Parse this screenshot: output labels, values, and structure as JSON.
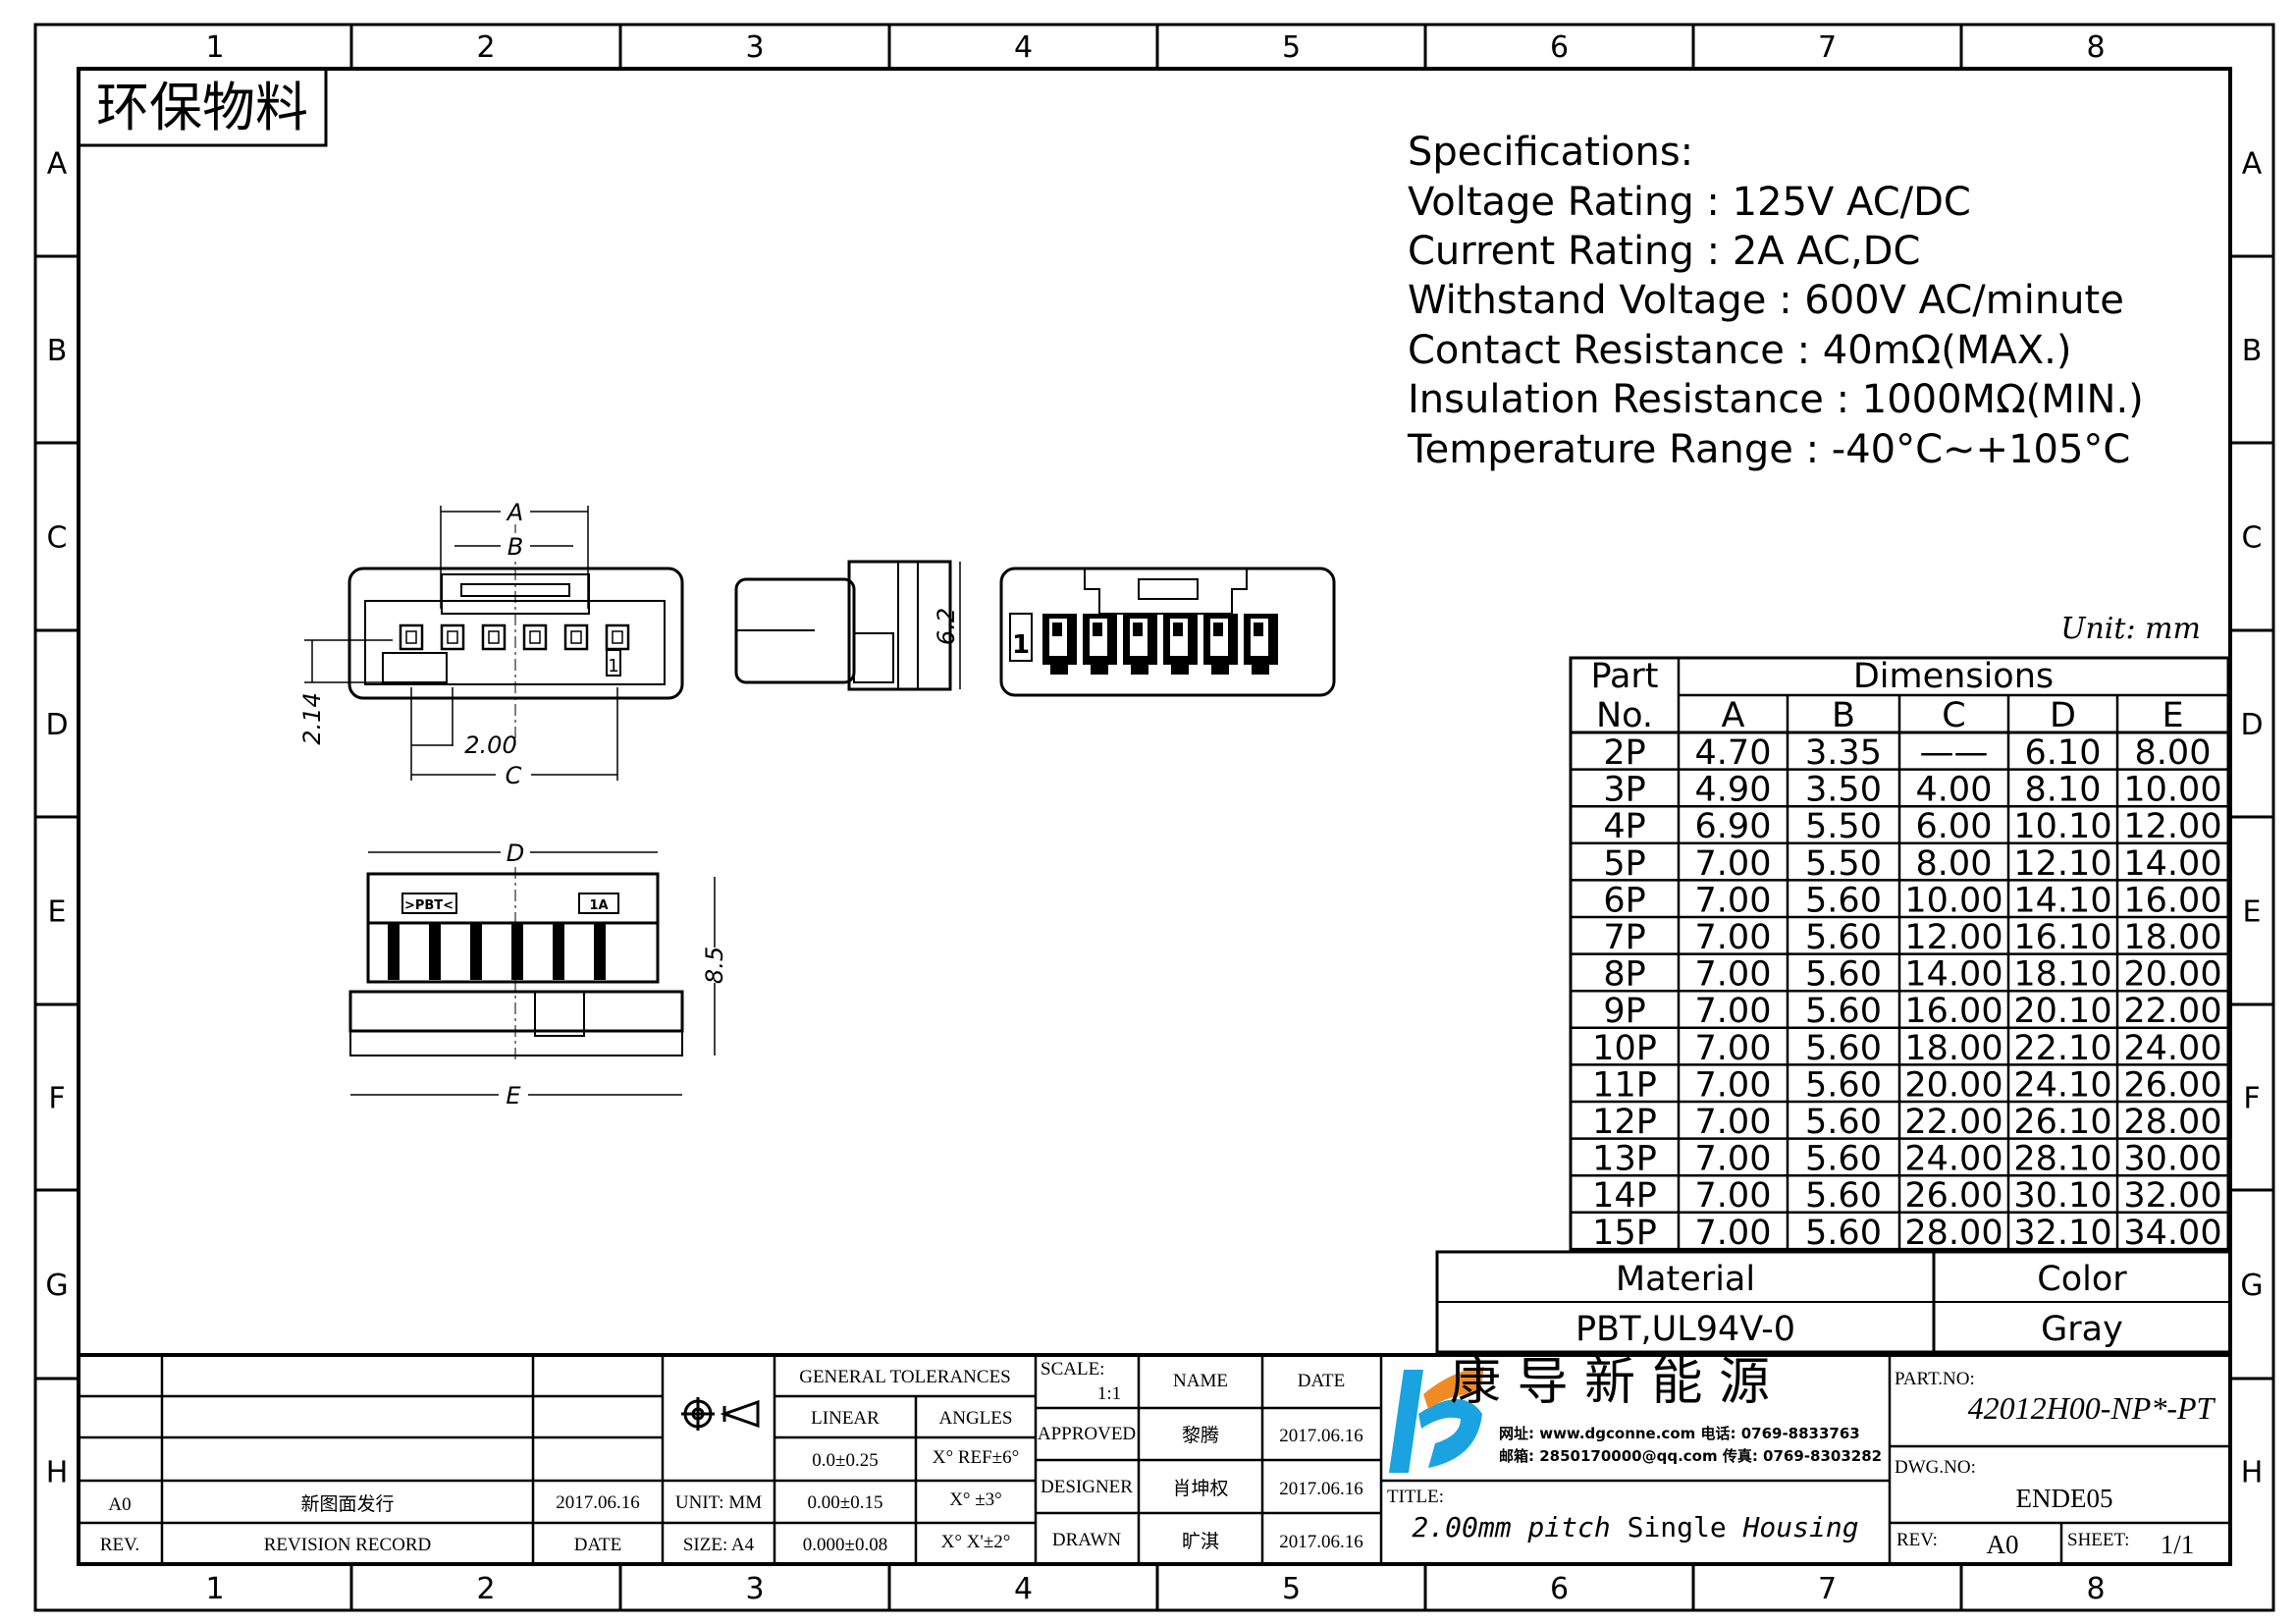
{
  "grid": {
    "columns": [
      "1",
      "2",
      "3",
      "4",
      "5",
      "6",
      "7",
      "8"
    ],
    "rows": [
      "A",
      "B",
      "C",
      "D",
      "E",
      "F",
      "G",
      "H"
    ]
  },
  "eco_label": "环保物料",
  "specifications": {
    "title": "Specifications:",
    "lines": [
      "Voltage  Rating  :  125V  AC/DC",
      "Current  Rating  :  2A  AC,DC",
      "Withstand  Voltage  :  600V  AC/minute",
      "Contact  Resistance  :  40mΩ(MAX.)",
      "Insulation  Resistance  :  1000MΩ(MIN.)",
      "Temperature  Range  :  -40°C~+105°C"
    ]
  },
  "unit_note": "Unit: mm",
  "dimension_table": {
    "header_part": "Part",
    "header_no": "No.",
    "header_dimensions": "Dimensions",
    "columns": [
      "A",
      "B",
      "C",
      "D",
      "E"
    ],
    "rows": [
      [
        "2P",
        "4.70",
        "3.35",
        "——",
        "6.10",
        "8.00"
      ],
      [
        "3P",
        "4.90",
        "3.50",
        "4.00",
        "8.10",
        "10.00"
      ],
      [
        "4P",
        "6.90",
        "5.50",
        "6.00",
        "10.10",
        "12.00"
      ],
      [
        "5P",
        "7.00",
        "5.50",
        "8.00",
        "12.10",
        "14.00"
      ],
      [
        "6P",
        "7.00",
        "5.60",
        "10.00",
        "14.10",
        "16.00"
      ],
      [
        "7P",
        "7.00",
        "5.60",
        "12.00",
        "16.10",
        "18.00"
      ],
      [
        "8P",
        "7.00",
        "5.60",
        "14.00",
        "18.10",
        "20.00"
      ],
      [
        "9P",
        "7.00",
        "5.60",
        "16.00",
        "20.10",
        "22.00"
      ],
      [
        "10P",
        "7.00",
        "5.60",
        "18.00",
        "22.10",
        "24.00"
      ],
      [
        "11P",
        "7.00",
        "5.60",
        "20.00",
        "24.10",
        "26.00"
      ],
      [
        "12P",
        "7.00",
        "5.60",
        "22.00",
        "26.10",
        "28.00"
      ],
      [
        "13P",
        "7.00",
        "5.60",
        "24.00",
        "28.10",
        "30.00"
      ],
      [
        "14P",
        "7.00",
        "5.60",
        "26.00",
        "30.10",
        "32.00"
      ],
      [
        "15P",
        "7.00",
        "5.60",
        "28.00",
        "32.10",
        "34.00"
      ]
    ]
  },
  "material": {
    "material_label": "Material",
    "material_value": "PBT,UL94V-0",
    "color_label": "Color",
    "color_value": "Gray"
  },
  "drawing_labels": {
    "A": "A",
    "B": "B",
    "C": "C",
    "D": "D",
    "E": "E",
    "dim_214": "2.14",
    "dim_200": "2.00",
    "dim_62": "6.2",
    "dim_85": "8.5",
    "pin1": "1",
    "pin1_front": "1",
    "mark_material": ">PBT<",
    "mark_1a": "1A"
  },
  "title_block": {
    "revision": {
      "rev": "A0",
      "record": "新图面发行",
      "date": "2017.06.16",
      "rev_header": "REV.",
      "record_header": "REVISION RECORD",
      "date_header": "DATE"
    },
    "unit": "UNIT: MM",
    "size": "SIZE: A4",
    "tolerances": {
      "title": "GENERAL TOLERANCES",
      "linear_header": "LINEAR",
      "angles_header": "ANGLES",
      "linear": [
        "0.0±0.25",
        "0.00±0.15",
        "0.000±0.08"
      ],
      "angles": [
        "X° REF±6°",
        "X° ±3°",
        "X° X'±2°"
      ]
    },
    "scale_label": "SCALE:",
    "scale_value": "1:1",
    "name_header": "NAME",
    "date_header": "DATE",
    "approvals": [
      {
        "role": "APPROVED",
        "name": "黎腾",
        "date": "2017.06.16"
      },
      {
        "role": "DESIGNER",
        "name": "肖坤权",
        "date": "2017.06.16"
      },
      {
        "role": "DRAWN",
        "name": "旷淇",
        "date": "2017.06.16"
      }
    ],
    "company": "康 导 新 能 源",
    "contact_line1": "网址: www.dgconne.com   电话: 0769-8833763",
    "contact_line2": "邮箱: 2850170000@qq.com 传真: 0769-8303282",
    "title_label": "TITLE:",
    "title_part1": "2.00mm pitch",
    "title_part2": "Single",
    "title_part3": "Housing",
    "part_no_label": "PART.NO:",
    "part_no": "42012H00-NP*-PT",
    "dwg_no_label": "DWG.NO:",
    "dwg_no": "ENDE05",
    "rev_label": "REV:",
    "rev_value": "A0",
    "sheet_label": "SHEET:",
    "sheet_value": "1/1"
  },
  "colors": {
    "logo_blue": "#1aa3e0",
    "logo_orange": "#f08a24"
  }
}
